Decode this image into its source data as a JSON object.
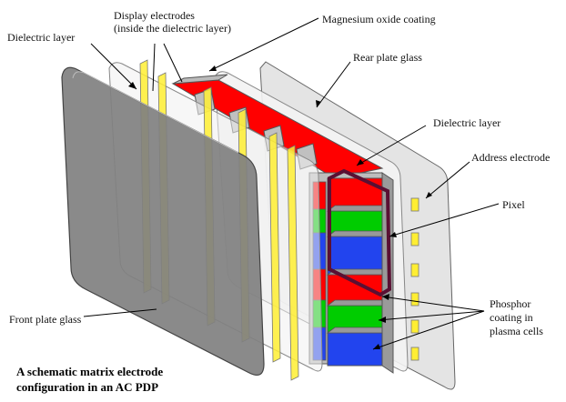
{
  "labels": {
    "dielectric_front": "Dielectric layer",
    "display_electrodes_1": "Display electrodes",
    "display_electrodes_2": "(inside the dielectric layer)",
    "mgo": "Magnesium oxide coating",
    "rear_glass": "Rear plate glass",
    "dielectric_rear": "Dielectric layer",
    "address": "Address electrode",
    "pixel": "Pixel",
    "phosphor_1": "Phosphor",
    "phosphor_2": "coating in",
    "phosphor_3": "plasma cells",
    "front_glass": "Front plate glass"
  },
  "caption": {
    "line1": "A schematic matrix electrode",
    "line2": "configuration in an AC PDP"
  },
  "colors": {
    "red": "#ff0000",
    "green": "#00cc00",
    "blue": "#2244ee",
    "electrode": "#ffee33",
    "pixel_outline": "#5a1033",
    "glass": "#808080"
  }
}
